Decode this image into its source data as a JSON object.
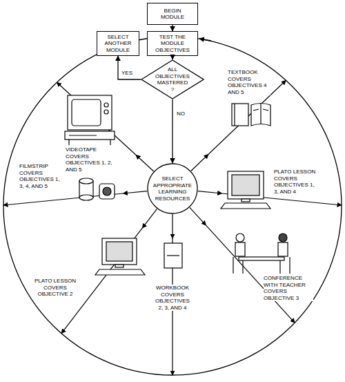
{
  "diagram": {
    "nodes": [
      {
        "text": [
          "BEGIN MODULE"
        ]
      },
      {
        "text": [
          "SELECT ANOTHER MODULE"
        ]
      },
      {
        "text": [
          "TEST THE MODULE OBJECTIVES"
        ]
      },
      {
        "text": [
          "ALL OBJECTIVES MASTERED ?"
        ]
      },
      {
        "text": [
          "SELECT APPROPRIATE LEARNING RESOURCES"
        ]
      }
    ],
    "edges": [
      {
        "from": 0,
        "to": 2,
        "arrow": "to"
      },
      {
        "from": 2,
        "to": 3,
        "arrow": "to"
      },
      {
        "from": 3,
        "to": 1,
        "arrow": "to",
        "label": "YES"
      },
      {
        "from": 3,
        "to": 4,
        "arrow": "to",
        "label": "NO"
      }
    ],
    "labels": [
      "TEXTBOOK COVERS OBJECTIVES 4 AND 5",
      "VIDEOTAPE COVERS OBJECTIVES 1, 2, AND 5",
      "FILMSTRIP COVERS OBJECTIVES 1, 3, 4, AND 5",
      "PLATO LESSON COVERS OBJECTIVES 1, 3, AND 4",
      "PLATO LESSON COVERS OBJECTIVE 2",
      "CONFERENCE WITH TEACHER COVERS OBJECTIVE 3",
      "WORKBOOK COVERS OBJECTIVES 2, 3, AND 4"
    ]
  }
}
